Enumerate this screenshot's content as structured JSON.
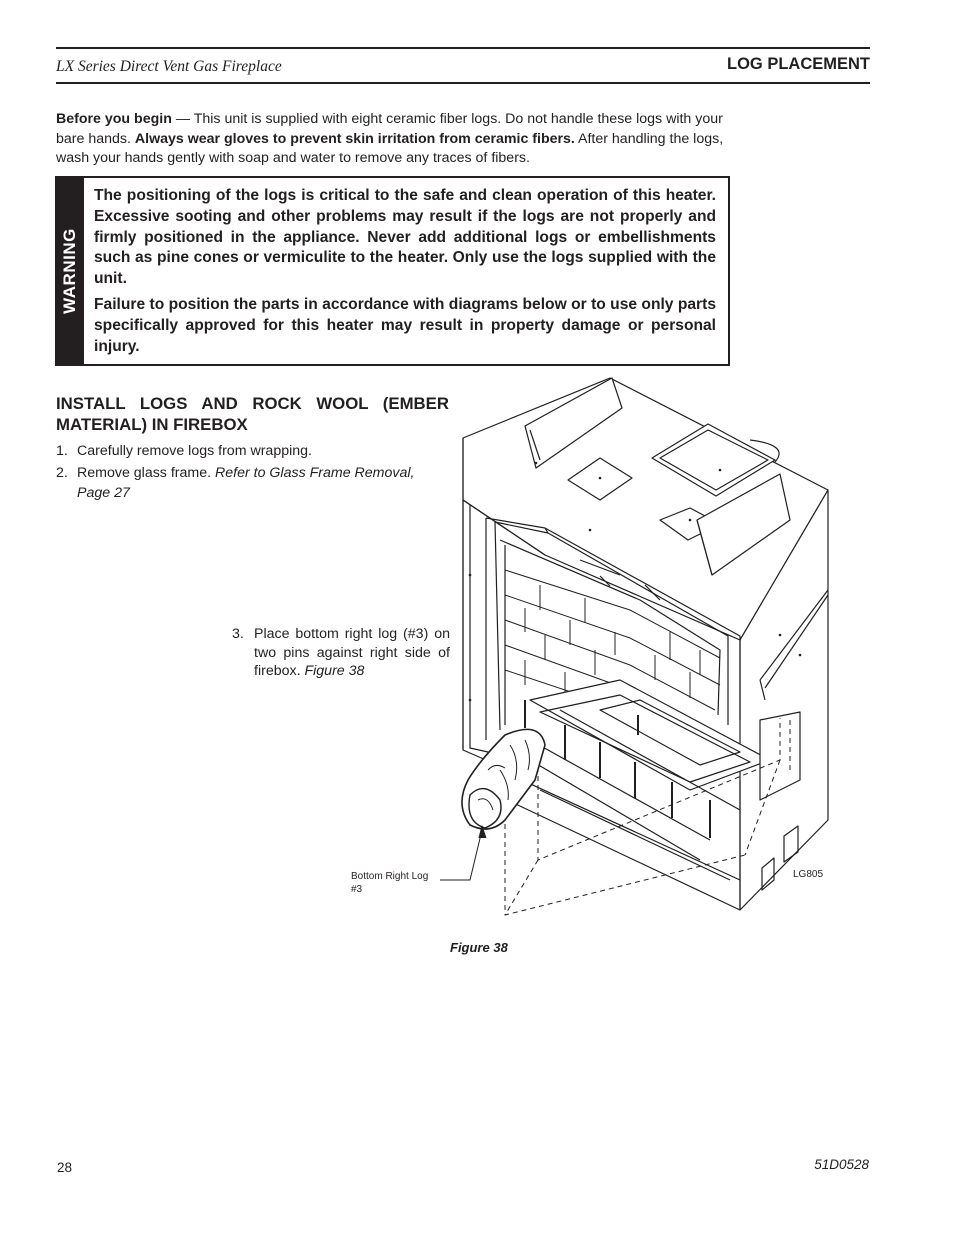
{
  "header": {
    "left_title": "LX Series Direct Vent Gas Fireplace",
    "right_title": "LOG PLACEMENT"
  },
  "intro": {
    "lead_bold": "Before you begin",
    "text1": " — This unit is supplied with eight ceramic fiber logs. Do not handle these logs with your bare hands. ",
    "bold": "Always wear gloves to prevent skin irritation from ceramic fibers.",
    "text2": " After handling the logs, wash your hands gently with soap and water to remove any traces of fibers."
  },
  "warning": {
    "label": "WARNING",
    "para1": "The positioning of the logs is critical to the safe and clean operation of this heater. Excessive sooting and other problems may result if the logs are not properly and firmly positioned in the appliance. Never add additional logs or embellishments such as pine cones or vermiculite to the heater. Only use the logs supplied with the unit.",
    "para2": "Failure to position the parts in accordance with diagrams below or to use only parts specifically approved for this heater may result in property damage or personal injury."
  },
  "section": {
    "title": "INSTALL LOGS AND ROCK WOOL (EMBER MATERIAL) IN FIREBOX",
    "steps": [
      {
        "num": "1.",
        "text": "Carefully remove logs from wrapping.",
        "ref": ""
      },
      {
        "num": "2.",
        "text": "Remove glass frame.",
        "ref": " Refer to Glass Frame Removal, Page 27"
      }
    ],
    "step3": {
      "num": "3.",
      "text": "Place bottom right log (#3) on two pins against right side of firebox. ",
      "ref": "Figure 38"
    }
  },
  "figure": {
    "callout_line1": "Bottom Right Log",
    "callout_line2": "#3",
    "code": "LG805",
    "caption": "Figure 38"
  },
  "footer": {
    "page_number": "28",
    "doc_code": "51D0528"
  }
}
